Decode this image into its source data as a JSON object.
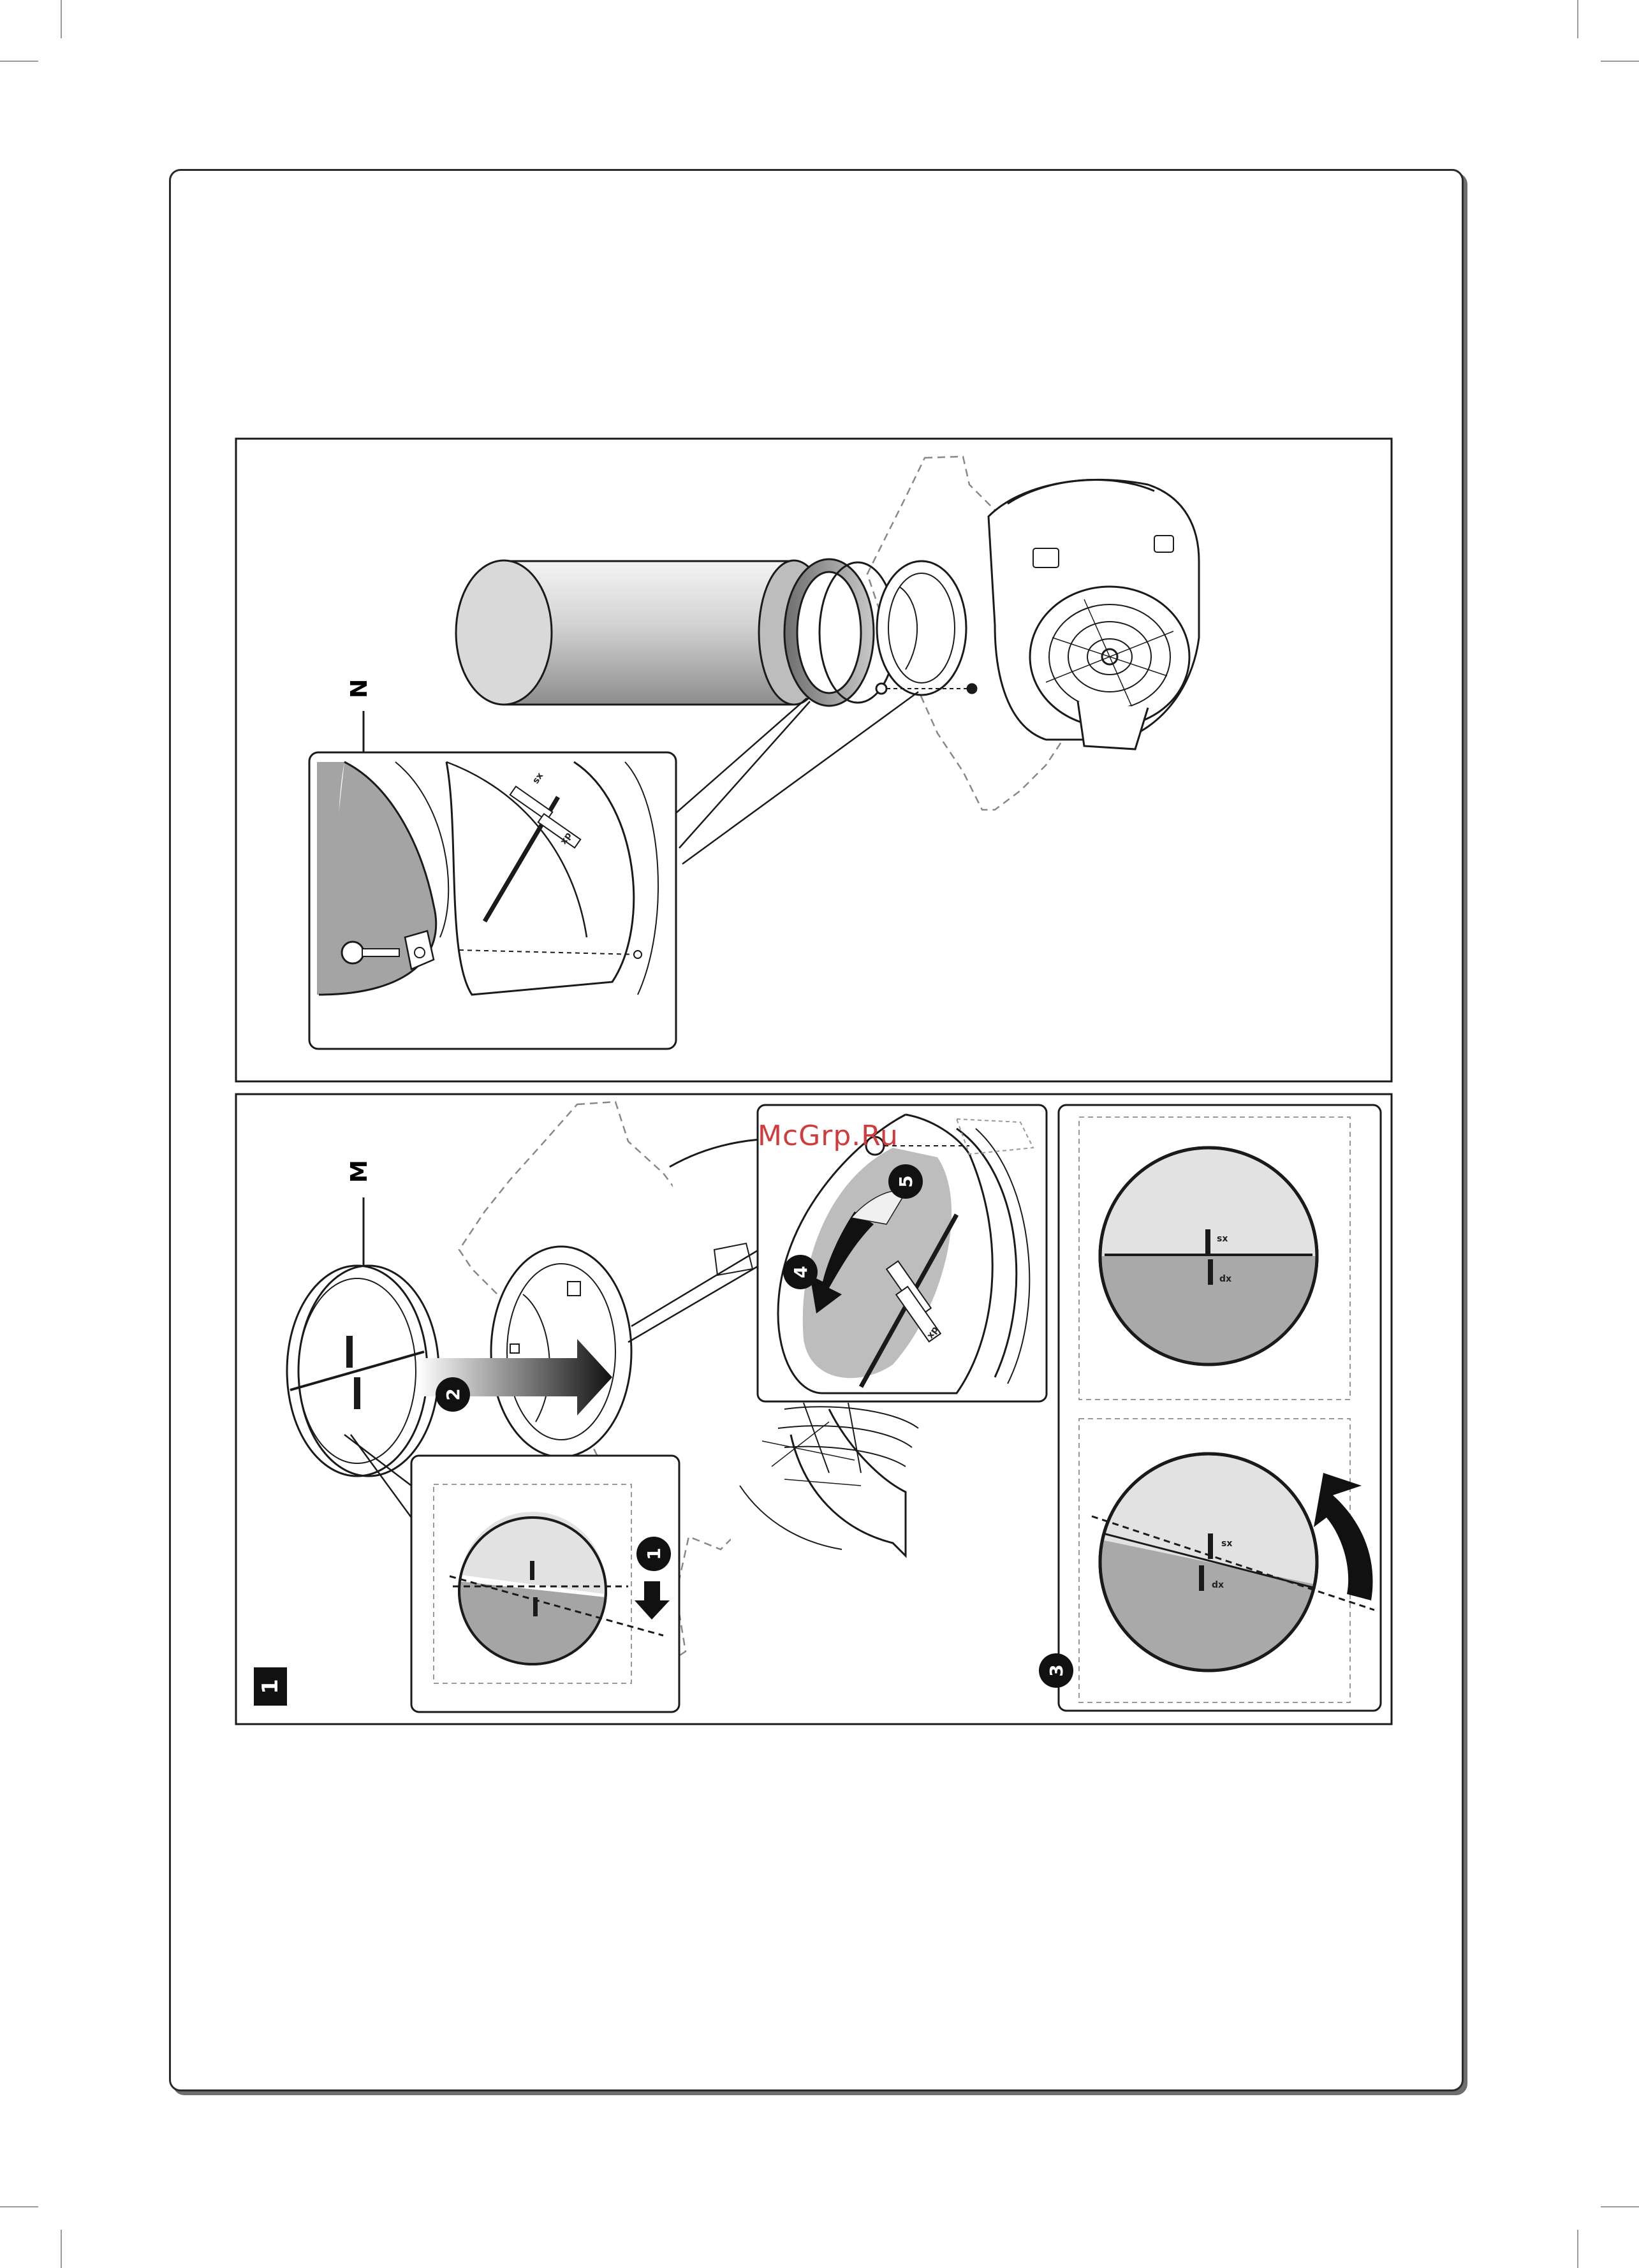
{
  "labels": {
    "part_n": "N",
    "part_m": "M",
    "figure_number": "1",
    "marker_sx": "sx",
    "marker_dx": "dx"
  },
  "steps": [
    "1",
    "2",
    "3",
    "4",
    "5"
  ],
  "watermark": "McGrp.Ru",
  "colors": {
    "line": "#1a1a1a",
    "duct_light": "#e6e6e6",
    "duct_dark": "#9c9c9c",
    "flap_grey": "#b4b4b4",
    "flap_light": "#dcdcdc",
    "badge": "#111111",
    "watermark": "#d23b3b"
  }
}
